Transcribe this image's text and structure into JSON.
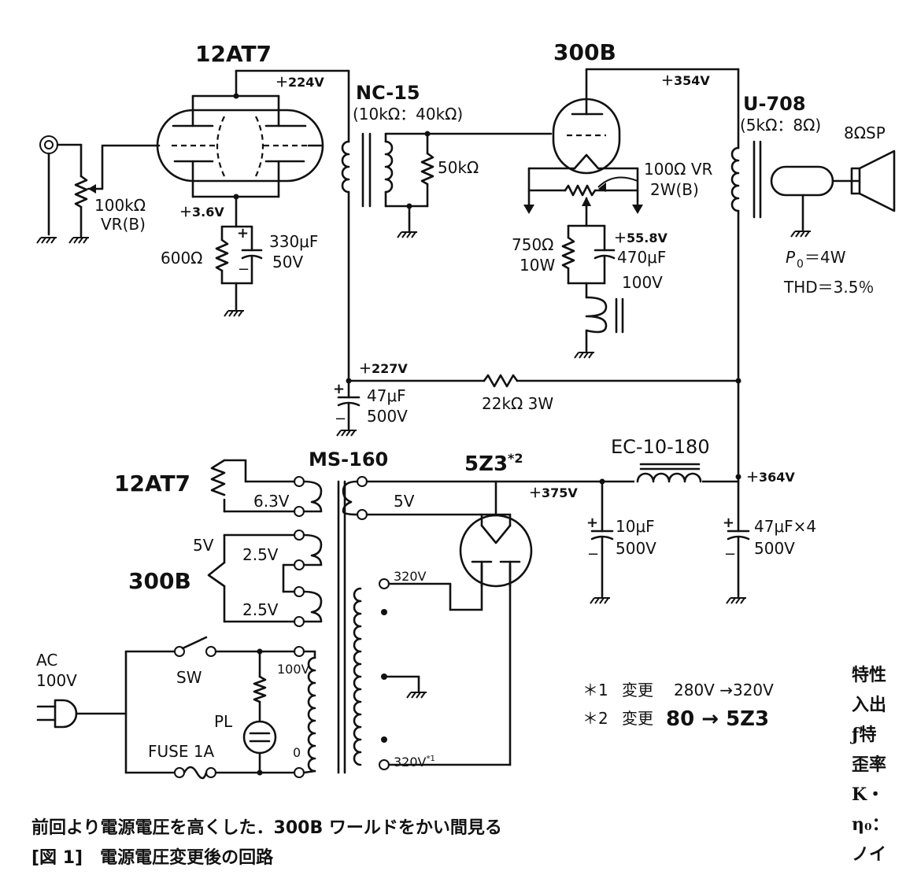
{
  "tubes": {
    "driver": "12AT7",
    "output": "300B",
    "rectifier": "5Z3",
    "rect_note": "*2"
  },
  "transformers": {
    "interstage": {
      "name": "NC-15",
      "ratio": "(10kΩ：40kΩ)"
    },
    "output": {
      "name": "U-708",
      "ratio": "(5kΩ：8Ω)"
    },
    "power": {
      "name": "MS-160"
    },
    "choke": {
      "name": "EC-10-180"
    }
  },
  "voltages": {
    "v224": "＋224V",
    "v354": "＋354V",
    "v36": "＋3.6V",
    "v558": "＋55.8V",
    "v227": "＋227V",
    "v375": "＋375V",
    "v364": "＋364V"
  },
  "parts": {
    "vol": "100kΩ",
    "vol2": "VR(B)",
    "rk1": "600Ω",
    "ck1a": "330μF",
    "ck1b": "50V",
    "rg": "50kΩ",
    "vr_a": "100Ω VR",
    "vr_b": "2W(B)",
    "rk2a": "750Ω",
    "rk2b": "10W",
    "ck2a": "470μF",
    "ck2b": "100V",
    "c227a": "47μF",
    "c227b": "500V",
    "rdrop": "22kΩ 3W",
    "c375a": "10μF",
    "c375b": "500V",
    "c364a": "47μF×4",
    "c364b": "500V",
    "speaker": "8ΩSP",
    "po": "P",
    "po_sub": "0",
    "po_val": "＝4W",
    "thd": "THD＝3.5％"
  },
  "windings": {
    "h1": "6.3V",
    "h2": "2.5V",
    "h3": "2.5V",
    "h5": "5V",
    "hv1": "320V",
    "hv2": "320V",
    "hv2_note": "*1",
    "p100": "100V",
    "p0": "0",
    "heater_5v": "5V",
    "load1": "12AT7",
    "load2": "300B"
  },
  "mains": {
    "ac1": "AC",
    "ac2": "100V",
    "sw": "SW",
    "pl": "PL",
    "fuse": "FUSE 1A"
  },
  "notes": {
    "n1_mark": "＊1",
    "n1_text": "変更",
    "n1_val": "280V →320V",
    "n2_mark": "＊2",
    "n2_text": "変更",
    "n2_val": "80 → 5Z3"
  },
  "captions": {
    "line1": "前回より電源電圧を高くした．300B ワールドをかい間見る",
    "line2": "[図 1]　電源電圧変更後の回路"
  },
  "side_text": [
    "特性",
    "入出",
    "ƒ特",
    "歪率",
    "K・",
    "η₀：",
    "ノイ"
  ]
}
